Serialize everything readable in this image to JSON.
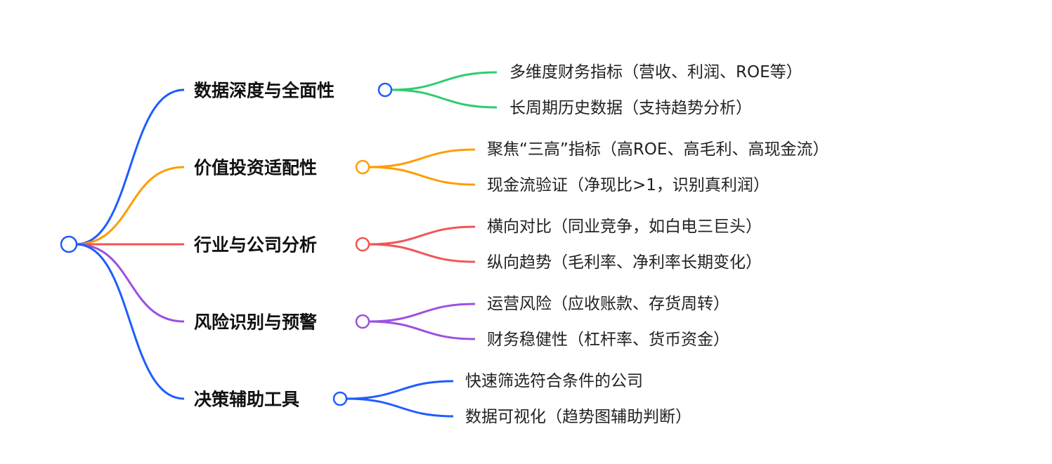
{
  "colors": {
    "blue": "#1f5cff",
    "orange": "#ff9d00",
    "red": "#f25555",
    "purple": "#9b51e0",
    "green": "#2ecc71"
  },
  "branches": [
    {
      "label": "数据深度与全面性",
      "children": [
        "多维度财务指标（营收、利润、ROE等）",
        "长周期历史数据（支持趋势分析）"
      ]
    },
    {
      "label": "价值投资适配性",
      "children": [
        "聚焦“三高”指标（高ROE、高毛利、高现金流）",
        "现金流验证（净现比>1，识别真利润）"
      ]
    },
    {
      "label": "行业与公司分析",
      "children": [
        "横向对比（同业竞争，如白电三巨头）",
        "纵向趋势（毛利率、净利率长期变化）"
      ]
    },
    {
      "label": "风险识别与预警",
      "children": [
        "运营风险（应收账款、存货周转）",
        "财务稳健性（杠杆率、货币资金）"
      ]
    },
    {
      "label": "决策辅助工具",
      "children": [
        "快速筛选符合条件的公司",
        "数据可视化（趋势图辅助判断）"
      ]
    }
  ]
}
